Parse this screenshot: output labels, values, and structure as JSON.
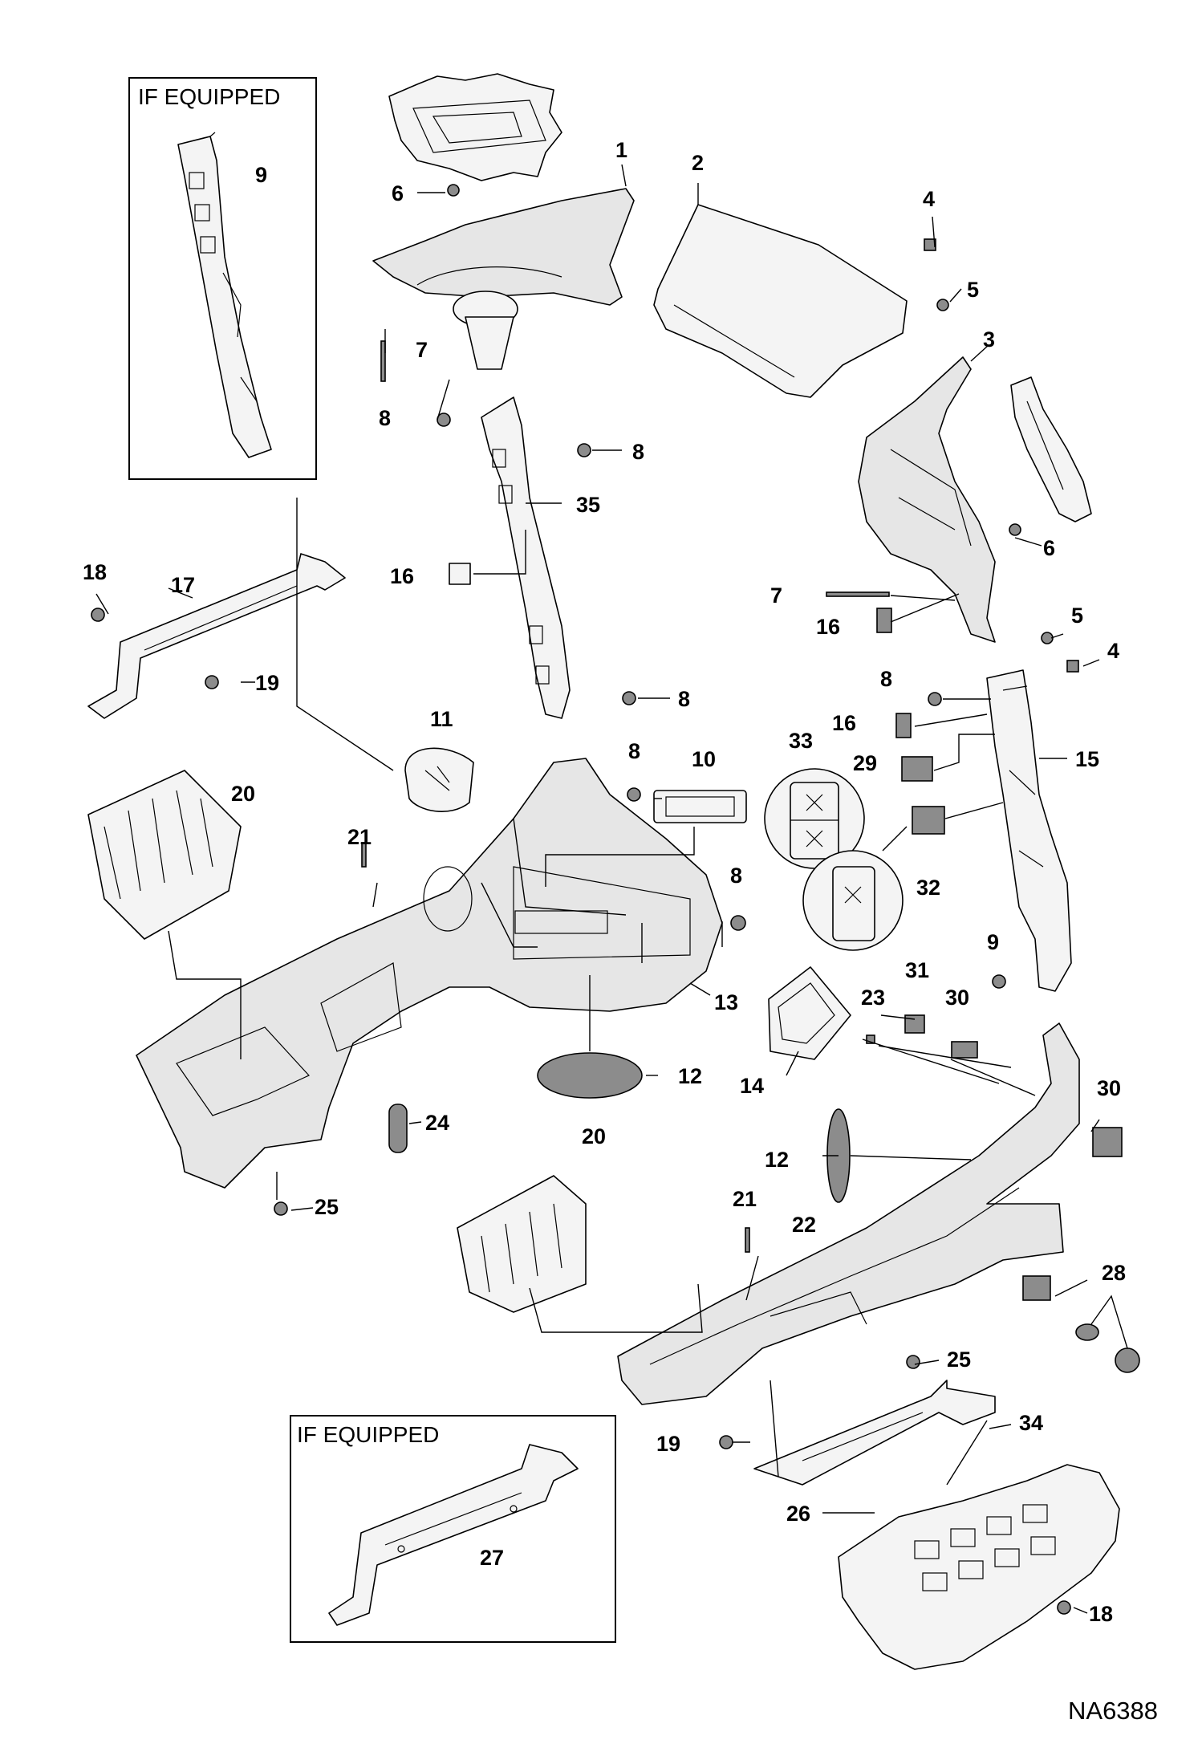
{
  "inset_boxes": {
    "top": {
      "label": "IF EQUIPPED"
    },
    "bottom": {
      "label": "IF EQUIPPED"
    }
  },
  "drawing_code": "NA6388",
  "callouts": [
    "1",
    "2",
    "3",
    "4",
    "4",
    "5",
    "5",
    "6",
    "6",
    "7",
    "7",
    "8",
    "8",
    "8",
    "8",
    "8",
    "8",
    "9",
    "10",
    "11",
    "12",
    "12",
    "13",
    "14",
    "15",
    "16",
    "16",
    "16",
    "17",
    "18",
    "18",
    "19",
    "19",
    "20",
    "20",
    "21",
    "21",
    "22",
    "23",
    "24",
    "25",
    "25",
    "26",
    "27",
    "28",
    "29",
    "30",
    "30",
    "31",
    "32",
    "33",
    "34",
    "35"
  ]
}
